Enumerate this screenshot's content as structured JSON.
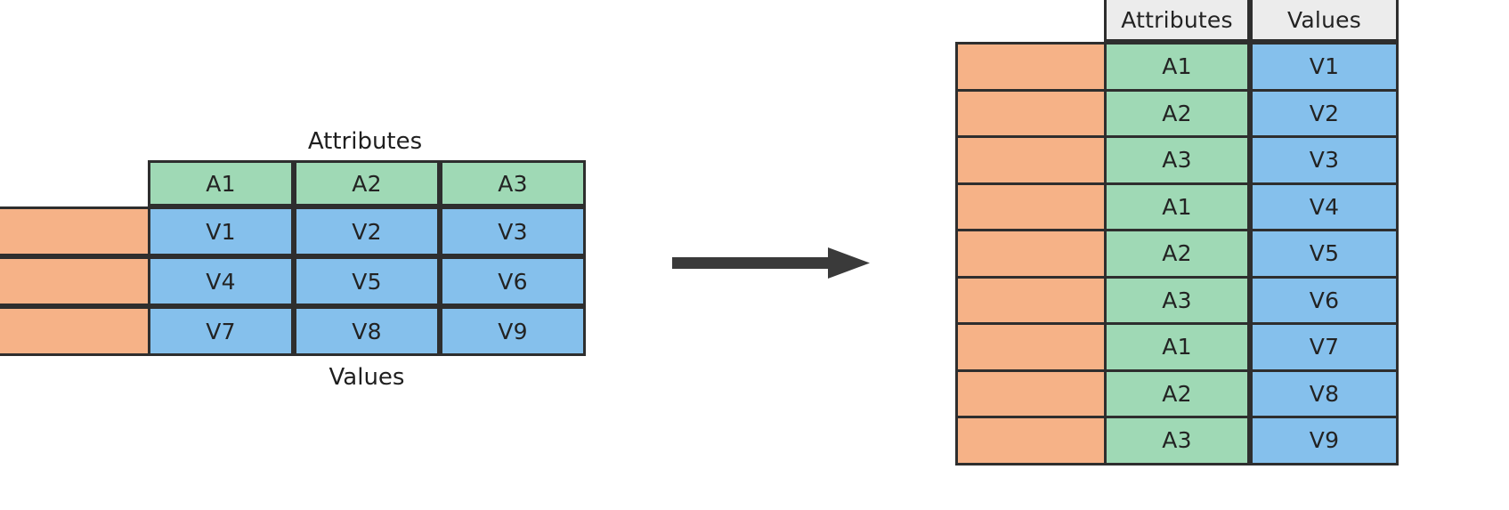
{
  "diagram": {
    "title_hidden": "",
    "colors": {
      "green": "#9fd9b5",
      "blue": "#85c0ec",
      "orange": "#f6b287",
      "header_grey": "#ececec",
      "stroke": "#2e2e2e",
      "arrow": "#3a3a3a",
      "background": "#ffffff"
    }
  },
  "source_table": {
    "caption_top": "Attributes",
    "caption_bottom": "Values",
    "attribute_header": [
      "A1",
      "A2",
      "A3"
    ],
    "value_rows": [
      [
        "V1",
        "V2",
        "V3"
      ],
      [
        "V4",
        "V5",
        "V6"
      ],
      [
        "V7",
        "V8",
        "V9"
      ]
    ],
    "id_column_rows": [
      "",
      "",
      ""
    ]
  },
  "arrow": {
    "label": "transform-arrow",
    "direction": "right"
  },
  "result_table": {
    "headers": [
      "",
      "Attributes",
      "Values"
    ],
    "rows": [
      {
        "id": "",
        "attribute": "A1",
        "value": "V1"
      },
      {
        "id": "",
        "attribute": "A2",
        "value": "V2"
      },
      {
        "id": "",
        "attribute": "A3",
        "value": "V3"
      },
      {
        "id": "",
        "attribute": "A1",
        "value": "V4"
      },
      {
        "id": "",
        "attribute": "A2",
        "value": "V5"
      },
      {
        "id": "",
        "attribute": "A3",
        "value": "V6"
      },
      {
        "id": "",
        "attribute": "A1",
        "value": "V7"
      },
      {
        "id": "",
        "attribute": "A2",
        "value": "V8"
      },
      {
        "id": "",
        "attribute": "A3",
        "value": "V9"
      }
    ]
  }
}
